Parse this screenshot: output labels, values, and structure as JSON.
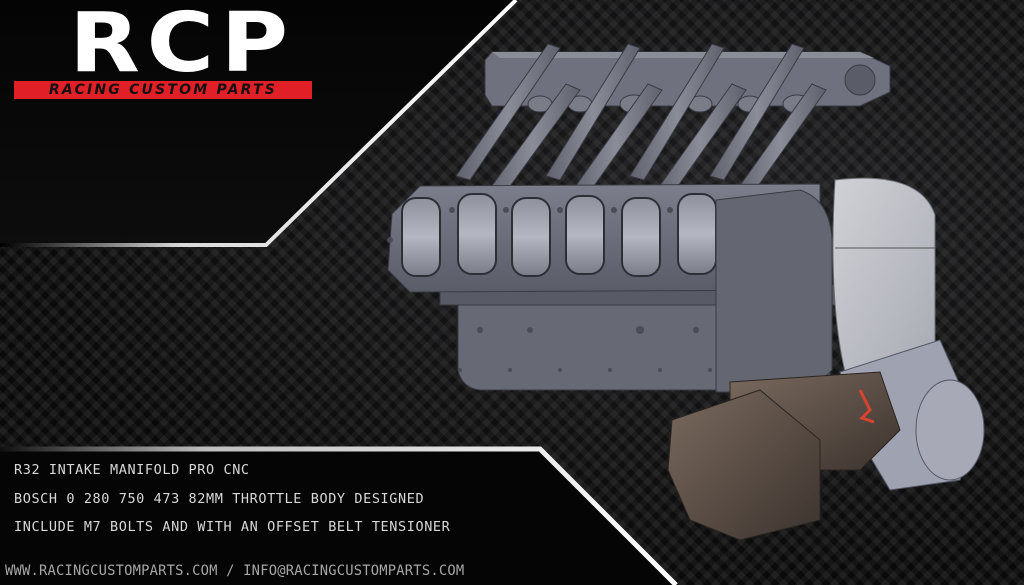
{
  "brand": {
    "logo_main": "RCP",
    "logo_tagline": "RACING CUSTOM PARTS",
    "accent_color": "#e01f26",
    "logo_color": "#ffffff"
  },
  "product": {
    "image_alt": "3D CAD render of R32 intake manifold with fuel rail, injectors and throttle body",
    "lines": [
      "R32 INTAKE MANIFOLD PRO CNC",
      "BOSCH  0 280 750 473 82MM THROTTLE BODY DESIGNED",
      "INCLUDE M7 BOLTS AND WITH AN OFFSET BELT TENSIONER"
    ]
  },
  "footer": {
    "contact": "WWW.RACINGCUSTOMPARTS.COM / INFO@RACINGCUSTOMPARTS.COM"
  }
}
